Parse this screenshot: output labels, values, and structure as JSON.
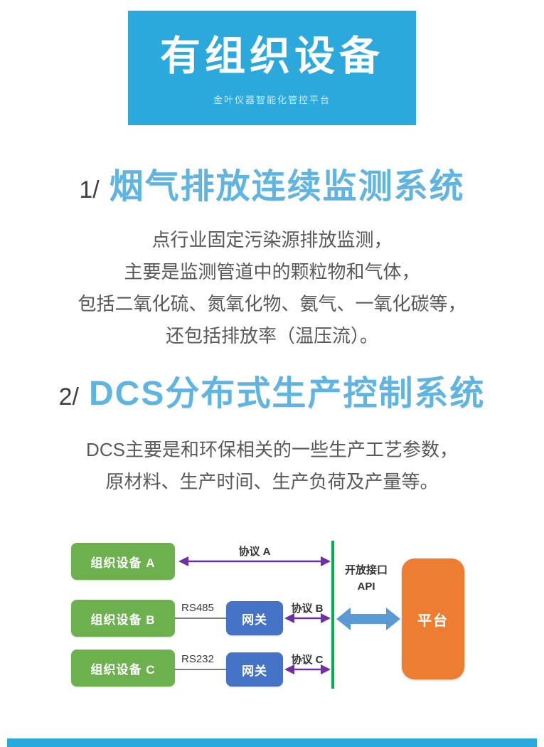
{
  "banner": {
    "title": "有组织设备",
    "subtitle": "金叶仪器智能化管控平台"
  },
  "sections": [
    {
      "num": "1/",
      "title": "烟气排放连续监测系统",
      "lines": [
        "点行业固定污染源排放监测，",
        "主要是监测管道中的颗粒物和气体，",
        "包括二氧化硫、氮氧化物、氨气、一氧化碳等，",
        "还包括排放率（温压流）。"
      ]
    },
    {
      "num": "2/",
      "title": "DCS分布式生产控制系统",
      "lines": [
        "DCS主要是和环保相关的一些生产工艺参数，",
        "原材料、生产时间、生产负荷及产量等。"
      ]
    }
  ],
  "diagram": {
    "devices": [
      "组织设备 A",
      "组织设备 B",
      "组织设备 C"
    ],
    "gateways": [
      "网关",
      "网关"
    ],
    "protocols": [
      "协议 A",
      "协议 B",
      "协议 C"
    ],
    "serial_labels": [
      "RS485",
      "RS232"
    ],
    "interface_label": "开放接口",
    "api_label": "API",
    "platform_label": "平台"
  },
  "colors": {
    "banner_blue": "#2BA9DD",
    "heading_blue": "#5FB5E0",
    "device_green": "#6CB14D",
    "gateway_blue": "#4472C4",
    "platform_orange": "#ED7D31",
    "arrow_purple": "#7030A0",
    "bus_green": "#00B050",
    "big_arrow_blue": "#5B9BD5"
  }
}
